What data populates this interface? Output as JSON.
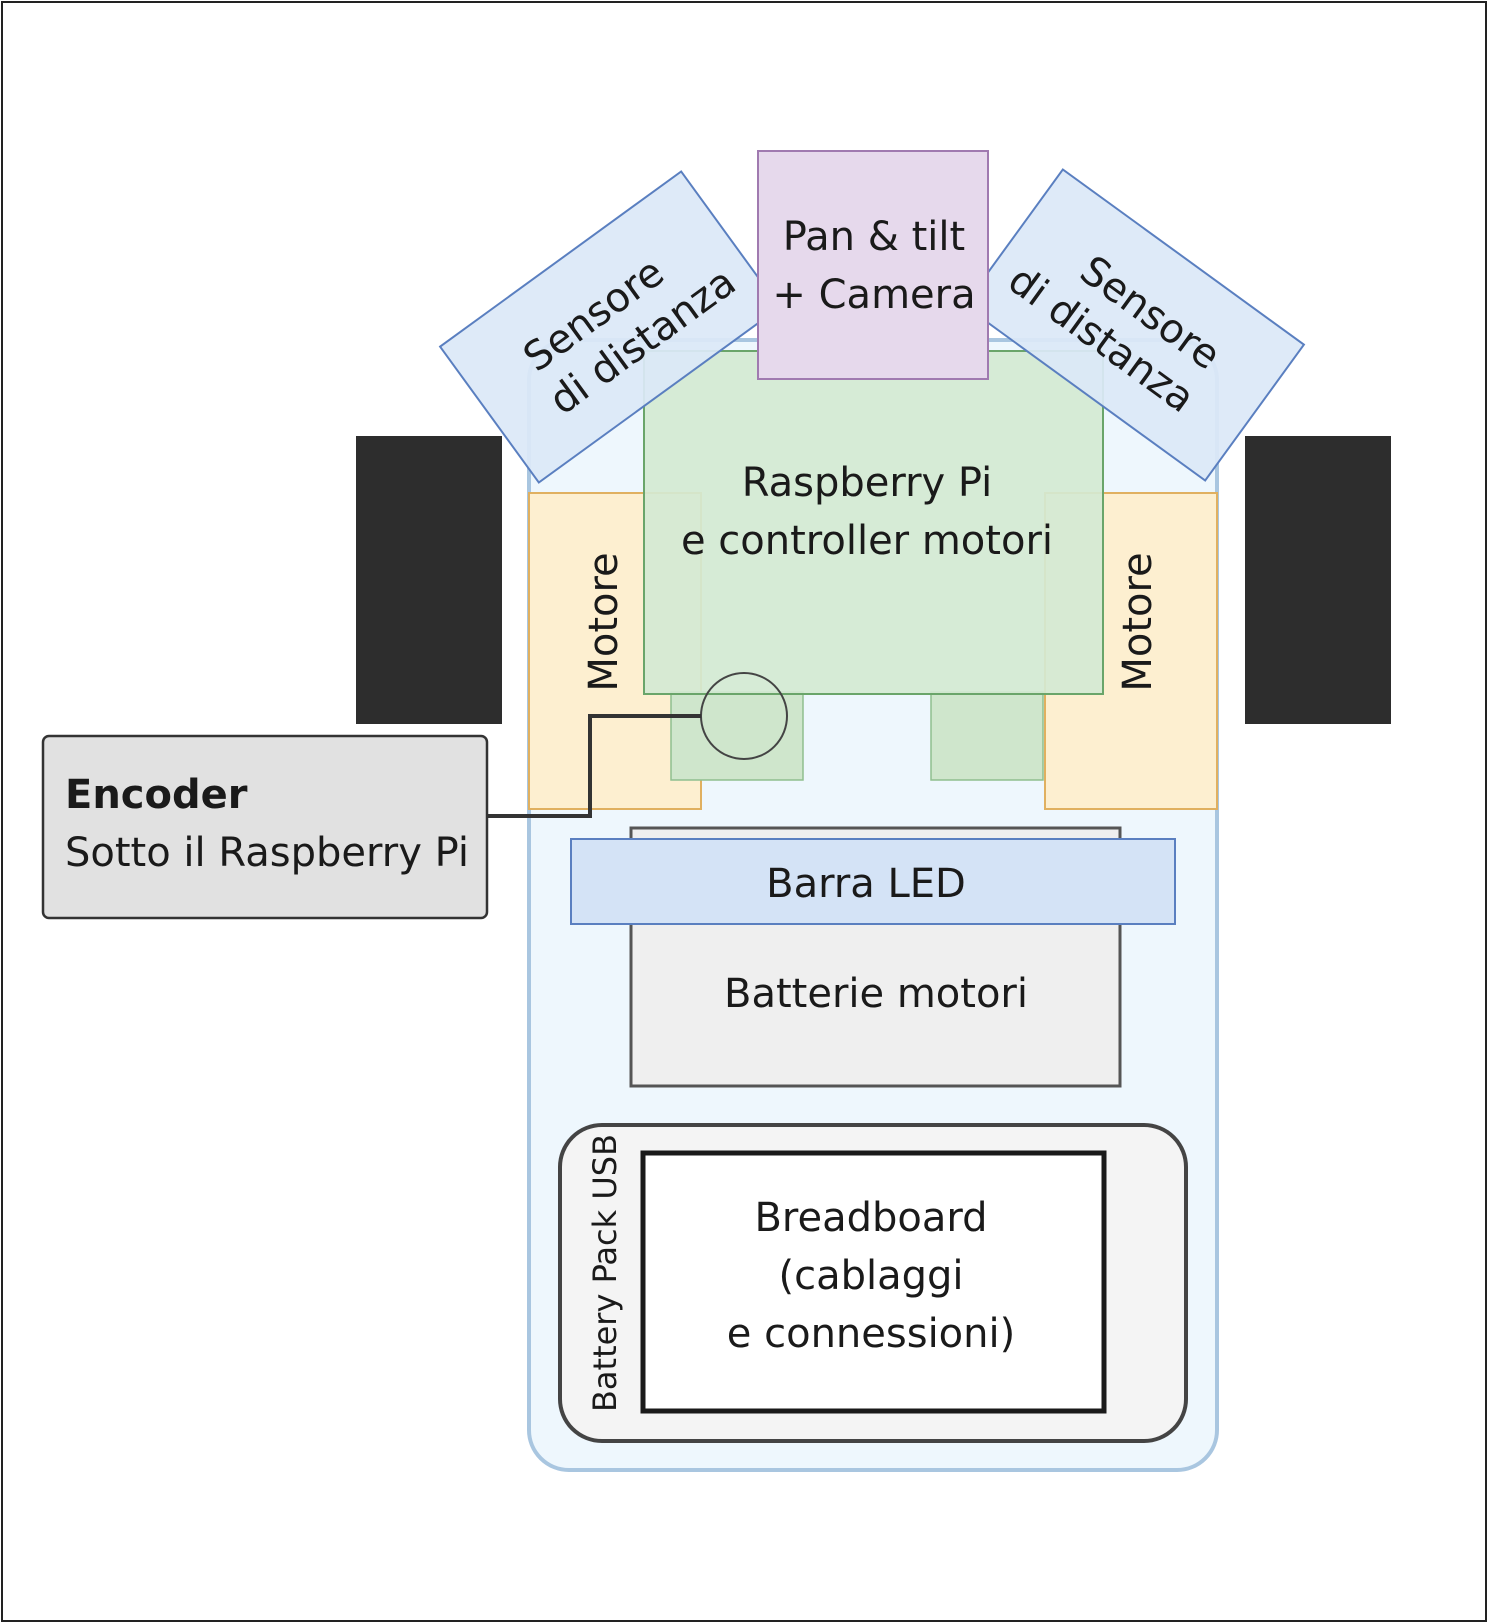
{
  "diagram": {
    "sensor_left": {
      "line1": "Sensore",
      "line2": "di distanza"
    },
    "sensor_right": {
      "line1": "Sensore",
      "line2": "di distanza"
    },
    "pan_tilt": {
      "line1": "Pan & tilt",
      "line2": "+ Camera"
    },
    "raspberry": {
      "line1": "Raspberry Pi",
      "line2": "e controller motori"
    },
    "motor_left": "Motore",
    "motor_right": "Motore",
    "encoder": {
      "title": "Encoder",
      "subtitle": "Sotto il Raspberry Pi"
    },
    "led_bar": "Barra LED",
    "motor_batteries": "Batterie motori",
    "usb_battery": "Battery Pack USB",
    "breadboard": {
      "line1": "Breadboard",
      "line2": "(cablaggi",
      "line3": "e connessioni)"
    }
  },
  "colors": {
    "chassis": "#eef7fd",
    "chassis_border": "#a9c6e0",
    "sensor": "#dbe8f8",
    "sensor_border": "#5a7fc0",
    "camera": "#e6d9ec",
    "camera_border": "#a07ab0",
    "raspberry": "#d4e9d2",
    "raspberry_border": "#6aa56a",
    "motor": "#fdefd0",
    "motor_border": "#e0b060",
    "wheel": "#2d2d2d",
    "encoder_box": "#e1e1e1",
    "led_bar": "#d4e3f6",
    "battery": "#efefef",
    "usb_pack": "#f4f4f4"
  }
}
